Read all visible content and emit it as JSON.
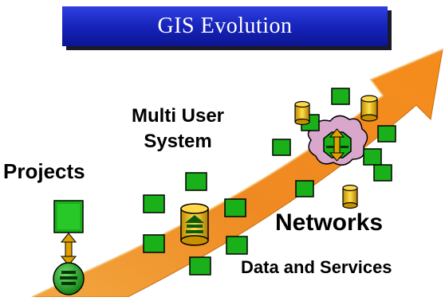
{
  "title": "GIS Evolution",
  "labels": {
    "projects": "Projects",
    "multi_user_line1": "Multi User",
    "multi_user_line2": "System",
    "networks": "Networks",
    "data_services": "Data and Services"
  },
  "colors": {
    "title_bg": "#1522b8",
    "arrow_orange": "#f07d1a",
    "node_green": "#18b018",
    "db_gold": "#e8b800",
    "cloud_pink": "#d8a0c8"
  }
}
